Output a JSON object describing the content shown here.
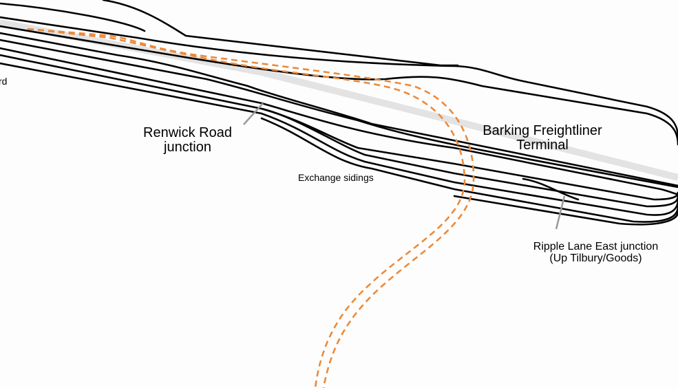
{
  "map": {
    "labels": {
      "left_edge_fragment": "rd",
      "renwick_road_line1": "Renwick Road",
      "renwick_road_line2": "junction",
      "freightliner_line1": "Barking Freightliner",
      "freightliner_line2": "Terminal",
      "exchange_sidings": "Exchange sidings",
      "ripple_lane_line1": "Ripple Lane East junction",
      "ripple_lane_line2": "(Up Tilbury/Goods)"
    },
    "colors": {
      "track": "#000000",
      "overground_line": "#ec8a3a",
      "former_alignment": "#e3e3e3",
      "pointer": "#999999"
    }
  }
}
